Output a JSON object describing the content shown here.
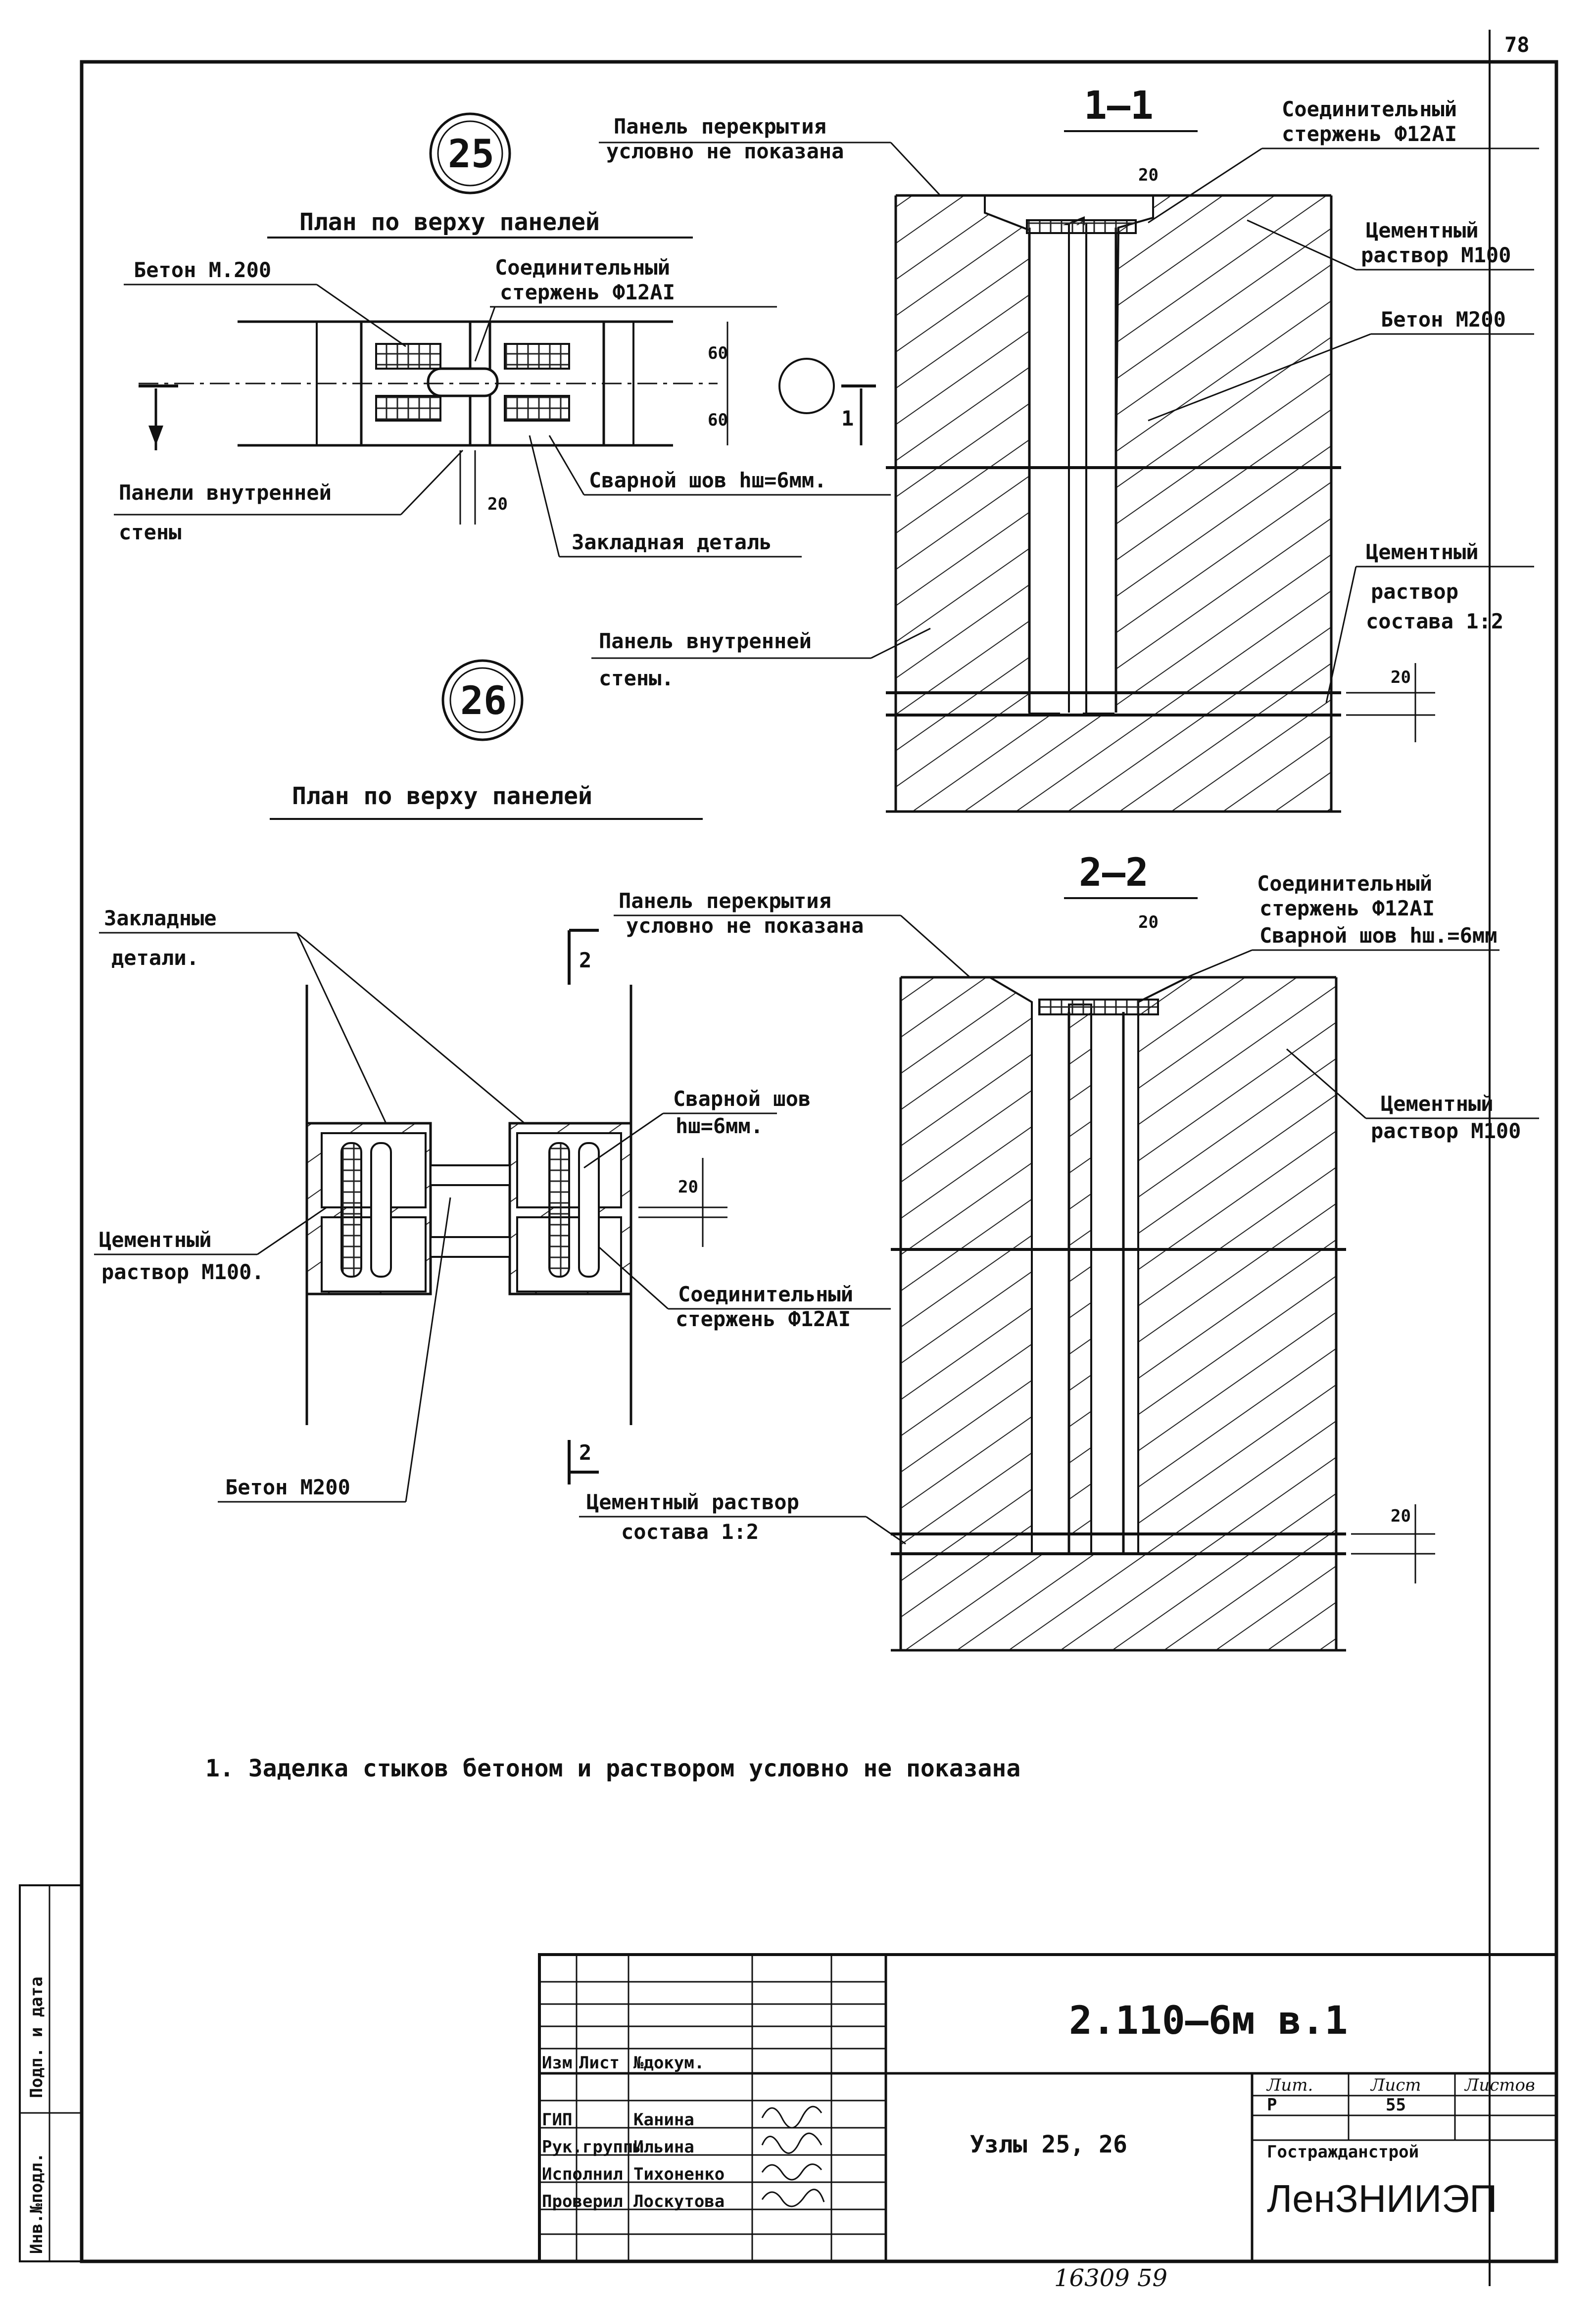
{
  "sheet_corner_number": "78",
  "node25": {
    "number": "25",
    "plan_title": "План по верху панелей",
    "labels": {
      "beton": "Бетон М.200",
      "rod": "Соединительный",
      "rod2": "стержень Ф12АI",
      "walls": "Панели внутренней",
      "walls2": "стены",
      "weld": "Сварной шов hш=6мм.",
      "embed": "Закладная деталь"
    },
    "dims": {
      "d60a": "60",
      "d60b": "60",
      "d20": "20"
    },
    "cut_mark": "1"
  },
  "section11": {
    "title": "1—1",
    "labels": {
      "slab": "Панель перекрытия",
      "slab2": "условно не показана",
      "rod": "Соединительный",
      "rod2": "стержень Ф12АI",
      "mortar100": "Цементный",
      "mortar100b": "раствор М100",
      "beton200": "Бетон М200",
      "mortar12": "Цементный",
      "mortar12b": "раствор",
      "mortar12c": "состава 1:2",
      "wall": "Панель внутренней",
      "wall2": "стены."
    },
    "dims": {
      "d20top": "20",
      "d20side": "20"
    }
  },
  "node26": {
    "number": "26",
    "plan_title": "План по верху панелей",
    "labels": {
      "embeds": "Закладные",
      "embeds2": "детали.",
      "weld": "Сварной шов",
      "weld2": "hш=6мм.",
      "mortar": "Цементный",
      "mortar2": "раствор М100.",
      "rod": "Соединительный",
      "rod2": "стержень Ф12АI",
      "beton": "Бетон М200"
    },
    "dims": {
      "d20": "20"
    },
    "cut_mark": "2"
  },
  "section22": {
    "title": "2—2",
    "labels": {
      "slab": "Панель перекрытия",
      "slab2": "условно не показана",
      "rod": "Соединительный",
      "rod2": "стержень Ф12АI",
      "weld": "Сварной шов hш.=6мм",
      "mortar100": "Цементный",
      "mortar100b": "раствор М100",
      "mortar12": "Цементный раствор",
      "mortar12b": "состава 1:2"
    },
    "dims": {
      "d20top": "20",
      "d20side": "20"
    }
  },
  "note": "1. Заделка стыков бетоном и раствором условно не показана",
  "side_stamp": {
    "col1": "Инв.№подл.",
    "col2": "Подп. и дата"
  },
  "title_block": {
    "doc_code": "2.110—6м в.1",
    "header": {
      "izm": "Изм",
      "list": "Лист",
      "ndoc": "№докум."
    },
    "rows": [
      {
        "role": "ГИП",
        "name": "Канина"
      },
      {
        "role": "Рук.группы",
        "name": "Ильина"
      },
      {
        "role": "Исполнил",
        "name": "Тихоненко"
      },
      {
        "role": "Проверил",
        "name": "Лоскутова"
      }
    ],
    "drawing_title": "Узлы 25, 26",
    "lit_label": "Лит.",
    "sheet_label": "Лист",
    "sheets_label": "Листов",
    "lit": "Р",
    "sheet": "55",
    "org1": "Гостражданстрой",
    "org2": "ЛенЗНИИЭП"
  },
  "bottom_number": "16309  59"
}
